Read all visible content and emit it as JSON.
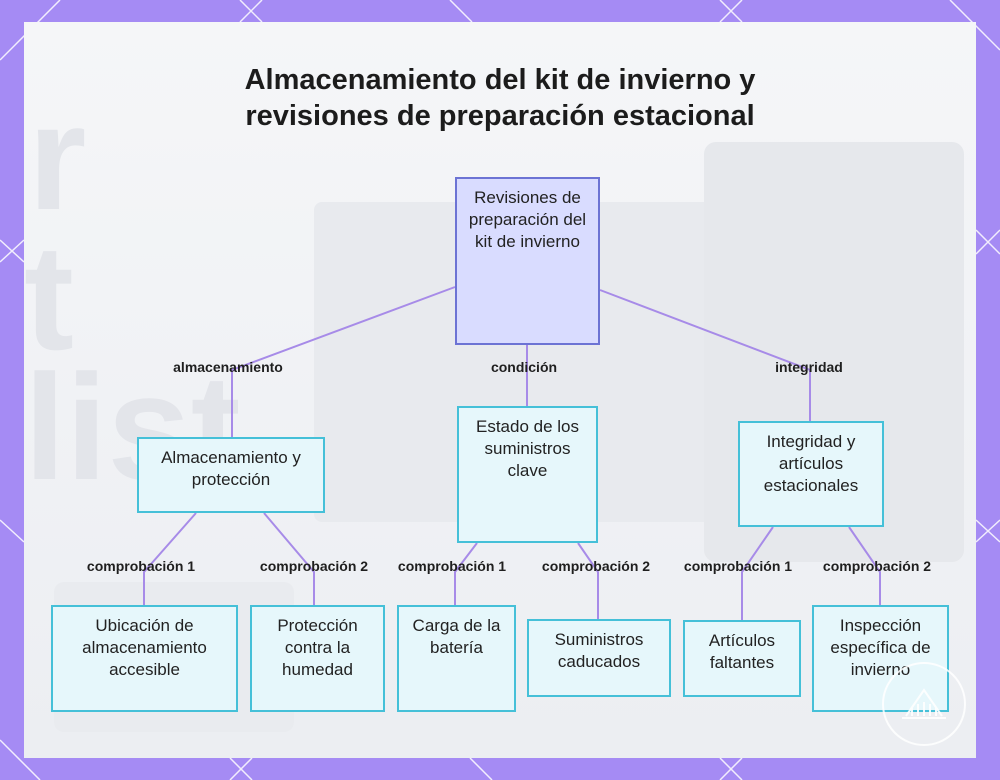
{
  "title_lines": [
    "Almacenamiento del kit de invierno y",
    "revisiones de preparación estacional"
  ],
  "nodes": {
    "root": "Revisiones de preparación del kit de invierno",
    "storage": "Almacenamiento y protección",
    "condition": "Estado de los suministros clave",
    "integrity": "Integridad y artículos estacionales",
    "storage_check1": "Ubicación de almacenamiento accesible",
    "storage_check2": "Protección contra la humedad",
    "condition_check1": "Carga de la batería",
    "condition_check2": "Suministros caducados",
    "integrity_check1": "Artículos faltantes",
    "integrity_check2": "Inspección específica de invierno"
  },
  "edge_labels": {
    "root_storage": "almacenamiento",
    "root_condition": "condición",
    "root_integrity": "integridad",
    "storage_c1": "comprobación 1",
    "storage_c2": "comprobación 2",
    "condition_c1": "comprobación 1",
    "condition_c2": "comprobación 2",
    "integrity_c1": "comprobación 1",
    "integrity_c2": "comprobación 2"
  },
  "colors": {
    "frame": "#a58bf4",
    "root_fill": "#d9dcff",
    "root_border": "#6c73d4",
    "node_fill": "#e6f7fb",
    "node_border": "#45c0d8",
    "edge": "#a78be8"
  }
}
